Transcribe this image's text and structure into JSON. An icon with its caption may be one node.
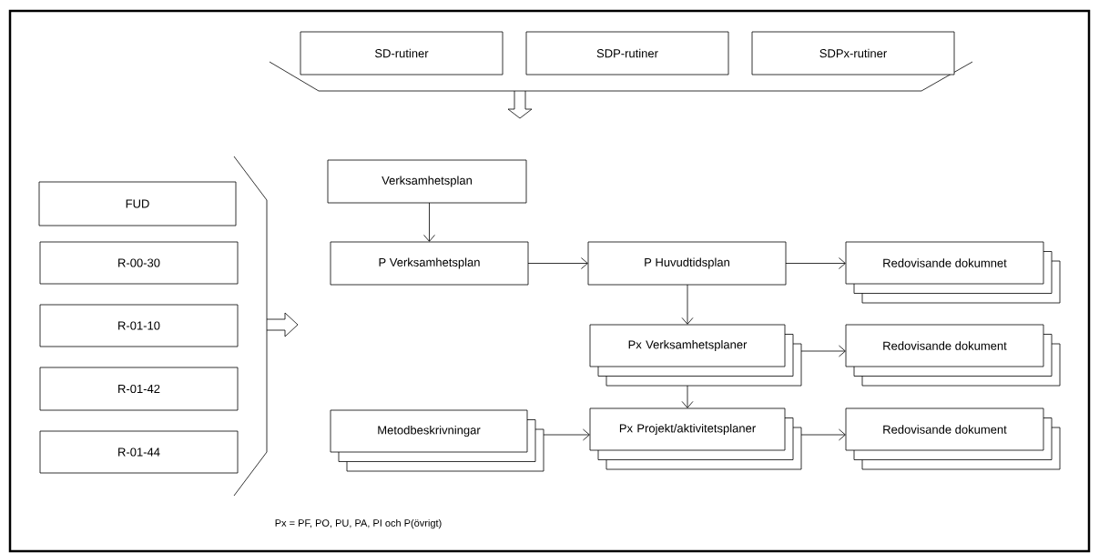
{
  "diagram": {
    "nodes": [
      {
        "text": [
          "SD-rutiner"
        ]
      },
      {
        "text": [
          "SDP-rutiner"
        ]
      },
      {
        "text": [
          "SDPx-rutiner"
        ]
      },
      {
        "text": [
          "FUD"
        ]
      },
      {
        "text": [
          "R-00-30"
        ]
      },
      {
        "text": [
          "R-01-10"
        ]
      },
      {
        "text": [
          "R-01-42"
        ]
      },
      {
        "text": [
          "R-01-44"
        ]
      },
      {
        "text": [
          "Verksamhetsplan"
        ]
      },
      {
        "text": [
          "P Verksamhetsplan"
        ]
      },
      {
        "text": [
          "P Huvudtidsplan"
        ]
      },
      {
        "text": [
          "Redovisande dokumnet"
        ]
      },
      {
        "text": [
          "Px Verksamhetsplaner"
        ]
      },
      {
        "text": [
          "Redovisande dokument"
        ]
      },
      {
        "text": [
          "Metodbeskrivningar"
        ]
      },
      {
        "text": [
          "Px Projekt/aktivitetsplaner"
        ]
      },
      {
        "text": [
          "Redovisande dokument"
        ]
      }
    ],
    "edges": [
      {
        "from": 8,
        "to": 9,
        "arrow": "to"
      },
      {
        "from": 9,
        "to": 10,
        "arrow": "to"
      },
      {
        "from": 10,
        "to": 11,
        "arrow": "to"
      },
      {
        "from": 10,
        "to": 12,
        "arrow": "to"
      },
      {
        "from": 12,
        "to": 13,
        "arrow": "to"
      },
      {
        "from": 12,
        "to": 15,
        "arrow": "to"
      },
      {
        "from": 14,
        "to": 15,
        "arrow": "to"
      },
      {
        "from": 15,
        "to": 16,
        "arrow": "to"
      }
    ],
    "labels": [
      "Px = PF, PO, PU, PA, PI och P(övrigt)"
    ]
  }
}
